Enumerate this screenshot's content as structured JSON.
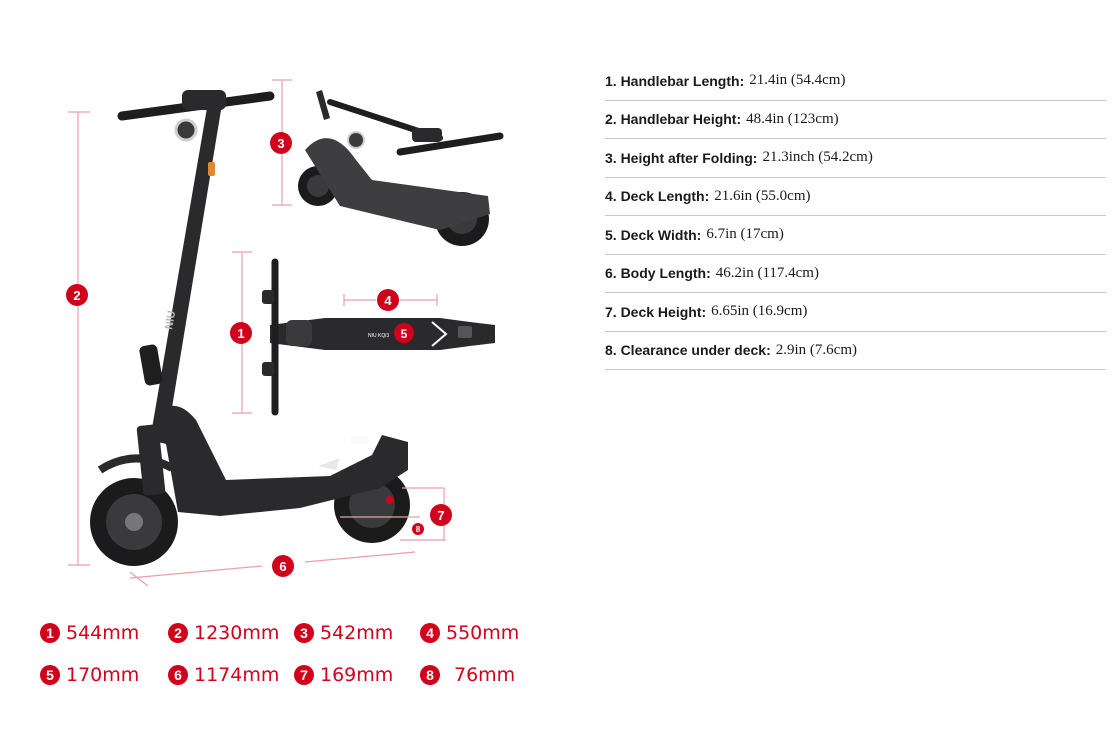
{
  "callouts": [
    "1",
    "2",
    "3",
    "4",
    "5",
    "6",
    "7",
    "8"
  ],
  "deck_brand_text": "NIU KQi3",
  "stem_logo_text": "NIU",
  "legend": [
    {
      "num": "1",
      "value": "544mm"
    },
    {
      "num": "2",
      "value": "1230mm"
    },
    {
      "num": "3",
      "value": "542mm"
    },
    {
      "num": "4",
      "value": "550mm"
    },
    {
      "num": "5",
      "value": "170mm"
    },
    {
      "num": "6",
      "value": "1174mm"
    },
    {
      "num": "7",
      "value": "169mm"
    },
    {
      "num": "8",
      "value": "76mm"
    }
  ],
  "specs": [
    {
      "label": "1. Handlebar Length:",
      "value": "21.4in (54.4cm)"
    },
    {
      "label": "2. Handlebar Height:",
      "value": "48.4in (123cm)"
    },
    {
      "label": "3. Height after Folding:",
      "value": "21.3inch (54.2cm)"
    },
    {
      "label": "4. Deck Length:",
      "value": "21.6in (55.0cm)"
    },
    {
      "label": "5. Deck Width:",
      "value": "6.7in (17cm)"
    },
    {
      "label": "6. Body Length:",
      "value": "46.2in (117.4cm)"
    },
    {
      "label": "7. Deck Height:",
      "value": "6.65in (16.9cm)"
    },
    {
      "label": "8. Clearance under deck:",
      "value": "2.9in (7.6cm)"
    }
  ],
  "colors": {
    "accent": "#d0021b",
    "dim_line": "#e8a0a6",
    "scooter_body": "#2a2a2c",
    "tire": "#1b1b1b"
  }
}
